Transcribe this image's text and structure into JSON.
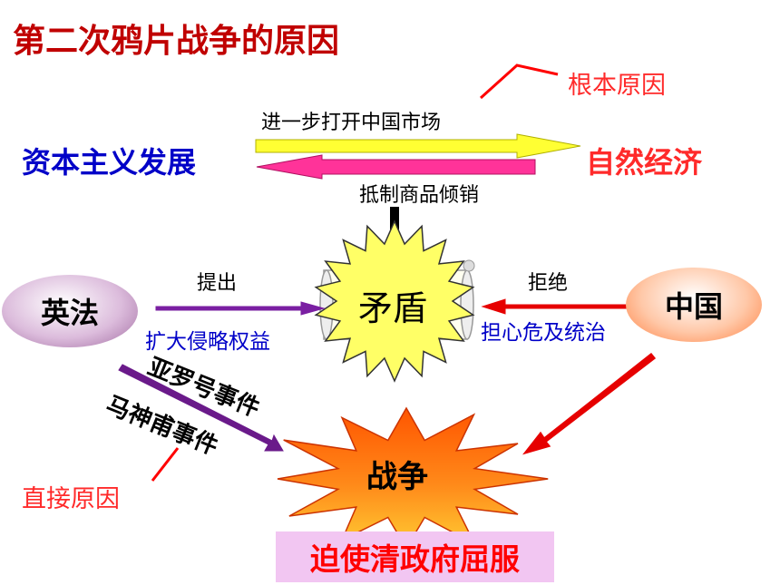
{
  "title": "第二次鸦片战争的原因",
  "labels": {
    "root_cause": "根本原因",
    "direct_cause": "直接原因",
    "open_market": "进一步打开中国市场",
    "resist_goods": "抵制商品倾销",
    "propose": "提出",
    "refuse": "拒绝",
    "expand_rights": "扩大侵略权益",
    "worry_rule": "担心危及统治",
    "arrow_incident": "亚罗号事件",
    "ma_incident": "马神甫事件"
  },
  "nodes": {
    "capitalism": "资本主义发展",
    "natural_economy": "自然经济",
    "britain_france": "英法",
    "china": "中国",
    "conflict": "矛盾",
    "war": "战争",
    "result": "迫使清政府屈服"
  },
  "colors": {
    "title": "#c00000",
    "blue_text": "#0000c8",
    "red_text": "#ff2a2a",
    "arrow_yellow": "#ffff33",
    "arrow_pink": "#ff3399",
    "arrow_purple": "#7a1fa2",
    "arrow_red": "#e60000",
    "star_fill": "#ffff66",
    "war_fill": "#ff6600",
    "result_bg": "#f2c6f2",
    "result_text": "#ff0000",
    "oval_uk_fr": "#b07cb0",
    "oval_china": "#ff9966"
  }
}
